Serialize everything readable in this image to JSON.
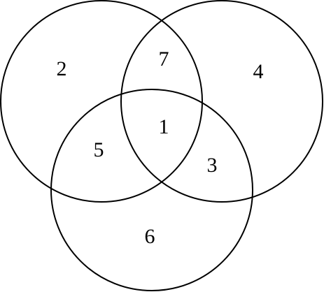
{
  "diagram": {
    "type": "venn-3",
    "colors": {
      "stroke": "#000000",
      "background": "#ffffff",
      "text": "#000000"
    },
    "regions": {
      "a_only": "2",
      "b_only": "4",
      "c_only": "6",
      "ab_only": "7",
      "ac_only": "5",
      "bc_only": "3",
      "abc": "1"
    }
  }
}
